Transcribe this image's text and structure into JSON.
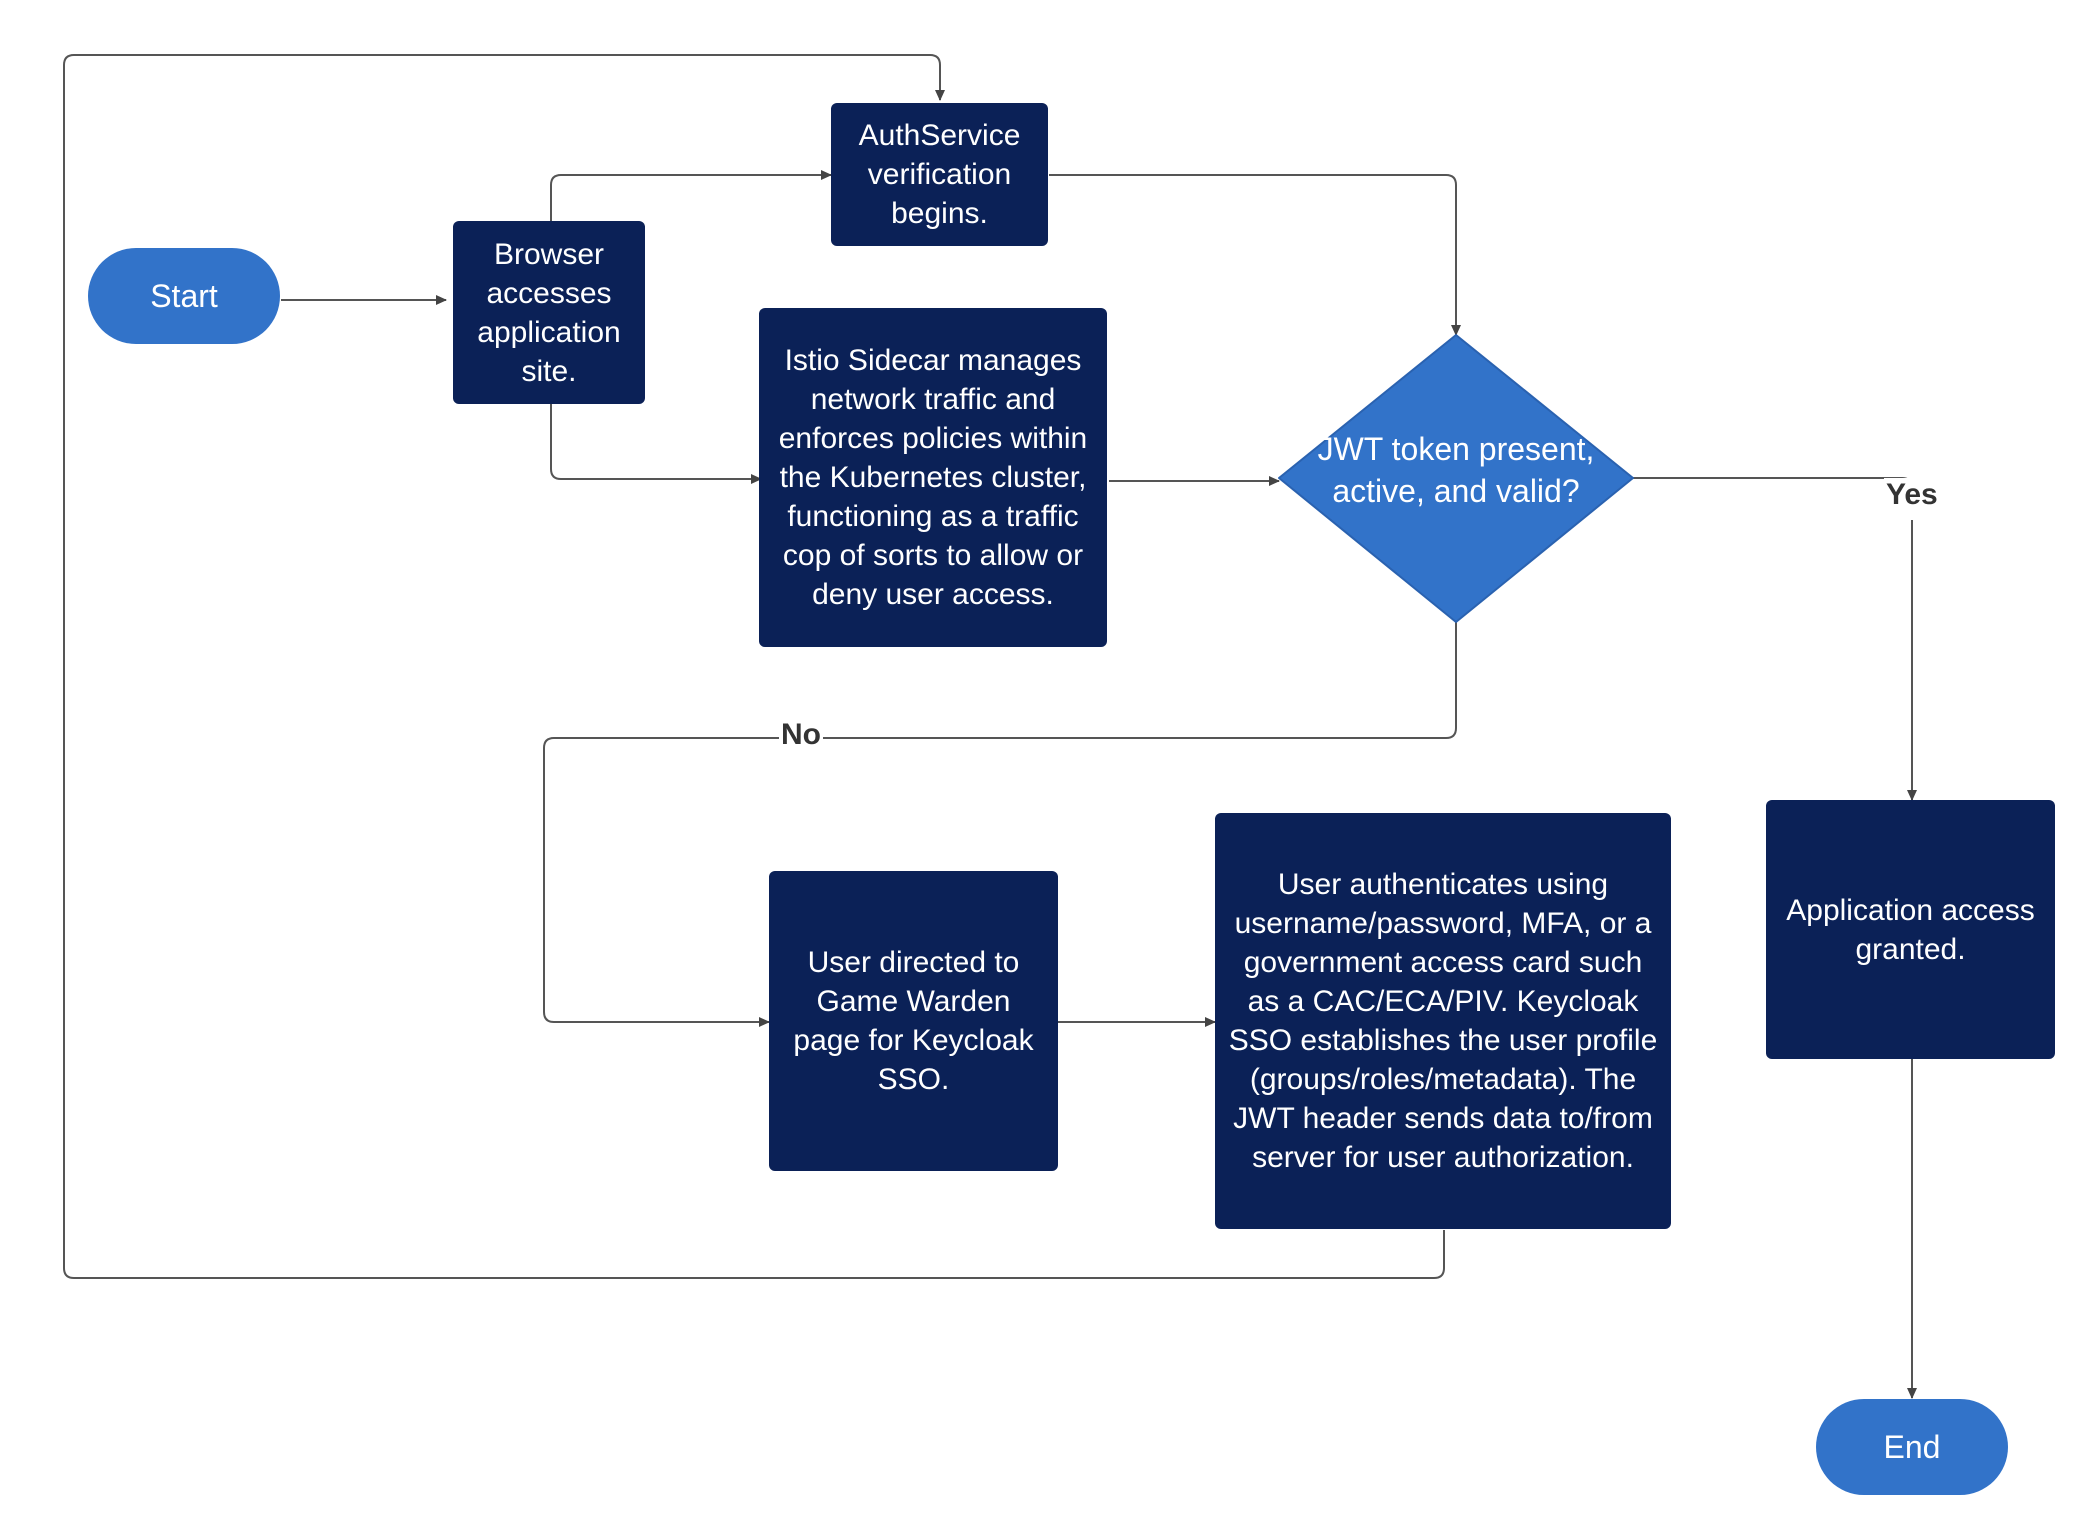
{
  "nodes": {
    "start": "Start",
    "browser": "Browser accesses application site.",
    "authservice": "AuthService verification begins.",
    "istio": "Istio Sidecar manages network traffic and enforces policies within the Kubernetes cluster, functioning as a traffic cop of sorts to allow or deny user access.",
    "decision": "JWT token present, active, and valid?",
    "redirect": "User directed to Game Warden page for Keycloak SSO.",
    "authenticate": "User authenticates using username/password, MFA, or a government access card such as a CAC/ECA/PIV. Keycloak SSO establishes the user profile (groups/roles/metadata). The JWT header sends data to/from server for user authorization.",
    "granted": "Application access granted.",
    "end": "End"
  },
  "edge_labels": {
    "yes": "Yes",
    "no": "No"
  },
  "colors": {
    "box": "#0b2157",
    "terminal": "#3273c9",
    "decision": "#3273c9",
    "connector": "#555555"
  }
}
